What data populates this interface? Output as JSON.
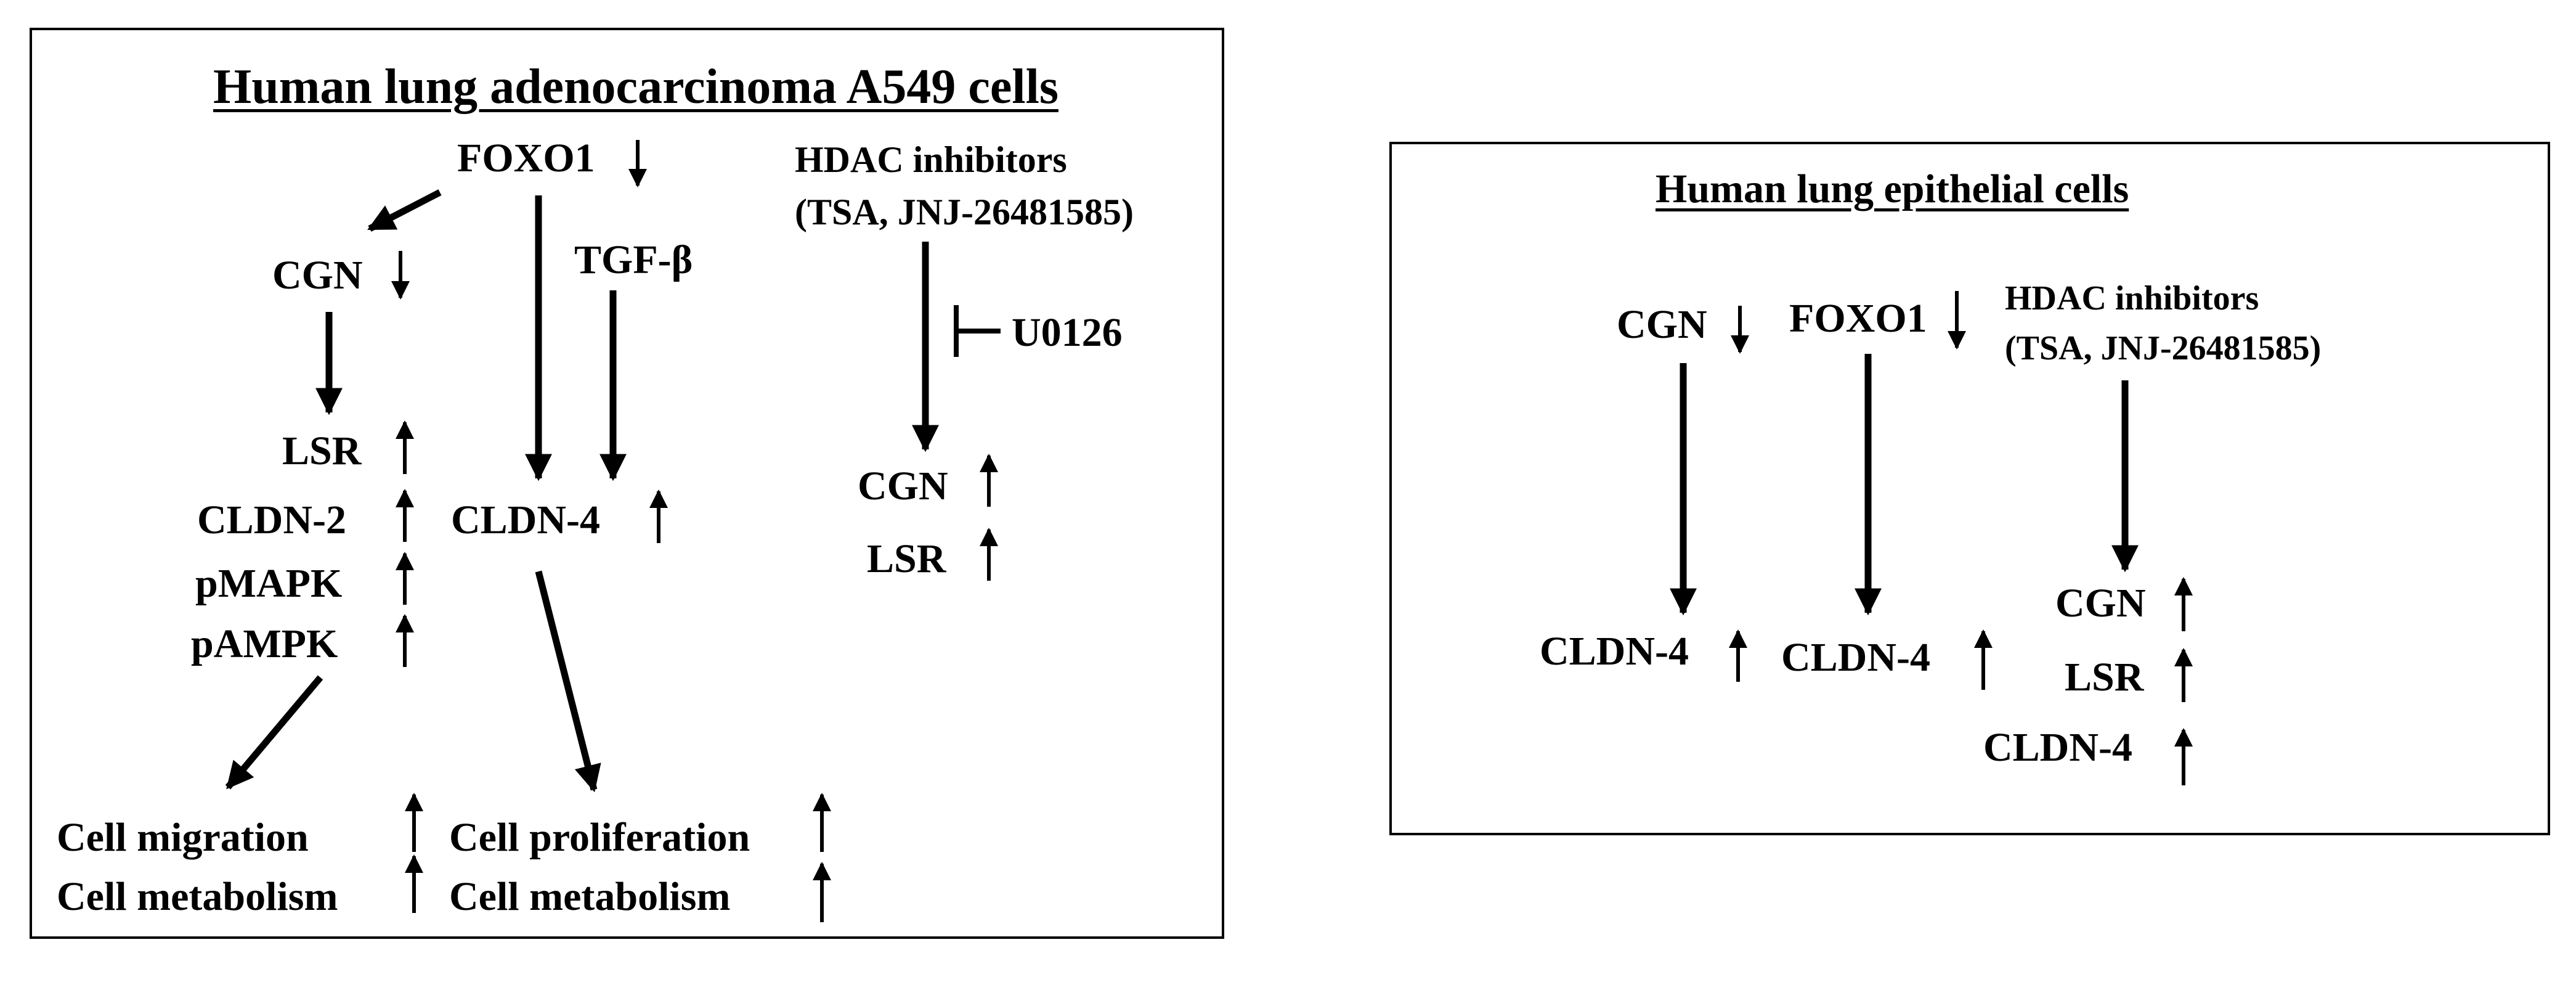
{
  "left_panel": {
    "title": "Human lung adenocarcinoma A549 cells",
    "labels": {
      "foxo1": "FOXO1",
      "hdac_line1": "HDAC inhibitors",
      "hdac_line2": "(TSA, JNJ-26481585)",
      "cgn": "CGN",
      "tgfb": "TGF-β",
      "u0126": "U0126",
      "lsr": "LSR",
      "cldn2": "CLDN-2",
      "cldn4": "CLDN-4",
      "pmapk": "pMAPK",
      "pampk": "pAMPK",
      "cgn_hdac": "CGN",
      "lsr_hdac": "LSR",
      "cell_migration": "Cell migration",
      "cell_metabolism_left": "Cell metabolism",
      "cell_proliferation": "Cell proliferation",
      "cell_metabolism_right": "Cell metabolism"
    }
  },
  "right_panel": {
    "title": "Human lung epithelial cells",
    "labels": {
      "cgn": "CGN",
      "foxo1": "FOXO1",
      "hdac_line1": "HDAC inhibitors",
      "hdac_line2": "(TSA, JNJ-26481585)",
      "cldn4_from_cgn": "CLDN-4",
      "cldn4_from_foxo1": "CLDN-4",
      "cgn_hdac": "CGN",
      "lsr_hdac": "LSR",
      "cldn4_hdac": "CLDN-4"
    }
  },
  "indicators": {
    "up": "up",
    "down": "down"
  }
}
